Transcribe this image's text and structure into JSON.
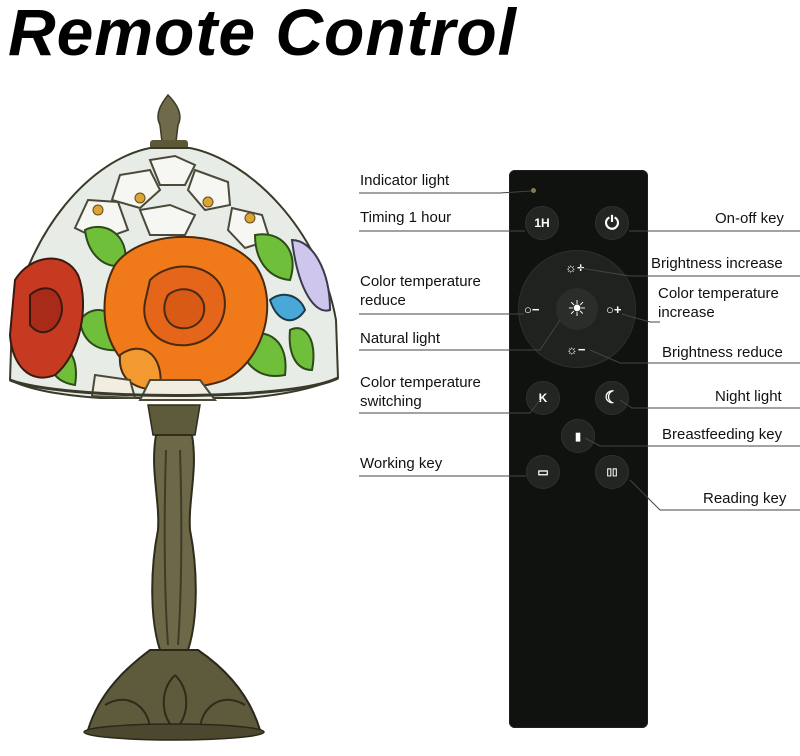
{
  "title": "Remote Control",
  "buttons": {
    "timing": "1H",
    "power": "⏻",
    "brightness_up": "☼+",
    "brightness_down": "☼−",
    "ct_reduce": "○−",
    "ct_increase": "○+",
    "natural": "☀",
    "ct_switch": "K",
    "night": "☾",
    "breastfeeding": "▮",
    "working": "▭",
    "reading": "▯▯"
  },
  "labels": {
    "indicator": "Indicator light",
    "timing": "Timing 1 hour",
    "onoff": "On-off key",
    "brightness_increase": "Brightness increase",
    "ct_reduce_1": "Color temperature",
    "ct_reduce_2": "reduce",
    "ct_increase_1": "Color temperature",
    "ct_increase_2": "increase",
    "natural": "Natural light",
    "brightness_reduce": "Brightness reduce",
    "ct_switch_1": "Color temperature",
    "ct_switch_2": "switching",
    "night": "Night light",
    "breastfeeding": "Breastfeeding key",
    "working": "Working key",
    "reading": "Reading key"
  }
}
